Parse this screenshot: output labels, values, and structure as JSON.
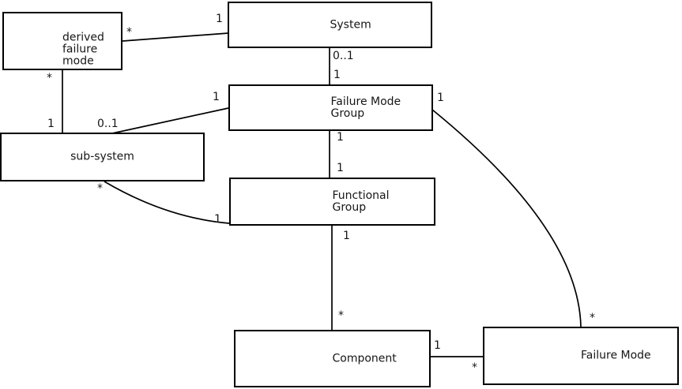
{
  "diagram": {
    "type": "uml-class-diagram",
    "background_color": "#ffffff",
    "line_color": "#000000",
    "text_color": "#161616",
    "boxes": [
      {
        "id": "derived-failure-mode",
        "label": "derived\nfailure\nmode"
      },
      {
        "id": "system",
        "label": "System"
      },
      {
        "id": "failure-mode-group",
        "label": "Failure Mode\nGroup"
      },
      {
        "id": "sub-system",
        "label": "sub-system"
      },
      {
        "id": "functional-group",
        "label": "Functional\nGroup"
      },
      {
        "id": "component",
        "label": "Component"
      },
      {
        "id": "failure-mode",
        "label": "Failure Mode"
      }
    ],
    "connections": [
      {
        "from": "derived failure mode",
        "from_label": "*",
        "to": "System",
        "to_label": "1"
      },
      {
        "from": "derived failure mode",
        "from_label": "*",
        "to": "sub-system",
        "to_label": "1"
      },
      {
        "from": "sub-system",
        "from_label": "0..1",
        "to": "Failure Mode Group",
        "to_label": "1"
      },
      {
        "from": "System",
        "from_label": "0..1",
        "to": "Failure Mode Group",
        "to_label": "1"
      },
      {
        "from": "Failure Mode Group",
        "from_label": "1",
        "to": "Functional Group",
        "to_label": "1"
      },
      {
        "from": "sub-system",
        "from_label": "*",
        "to": "Functional Group",
        "to_label": "1"
      },
      {
        "from": "Failure Mode Group",
        "from_label": "1",
        "to": "Failure Mode",
        "to_label": "*"
      },
      {
        "from": "Functional Group",
        "from_label": "1",
        "to": "Component",
        "to_label": "*"
      },
      {
        "from": "Component",
        "from_label": "1",
        "to": "Failure Mode",
        "to_label": "*"
      }
    ]
  }
}
